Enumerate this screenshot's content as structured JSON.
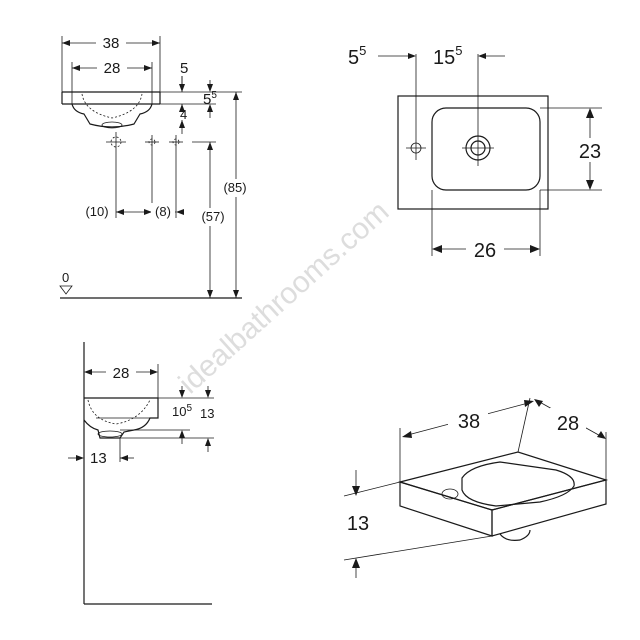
{
  "watermark": "idealbathrooms.com",
  "front_view": {
    "overall_width": "38",
    "bowl_width": "28",
    "offset_5": "5",
    "rim_5": "5",
    "rim_5_sup": "5",
    "depth_4": "4",
    "tap_10": "(10)",
    "tap_8": "(8)",
    "height_57": "(57)",
    "height_85": "(85)",
    "floor_zero": "0"
  },
  "plan_view": {
    "left_5": "5",
    "left_5_sup": "5",
    "right_15": "15",
    "right_15_sup": "5",
    "bowl_depth": "23",
    "bowl_width": "26"
  },
  "side_view": {
    "depth_28": "28",
    "h_10": "10",
    "h_10_sup": "5",
    "h_13": "13",
    "wall_13": "13"
  },
  "iso_view": {
    "width_38": "38",
    "depth_28": "28",
    "height_13": "13"
  }
}
